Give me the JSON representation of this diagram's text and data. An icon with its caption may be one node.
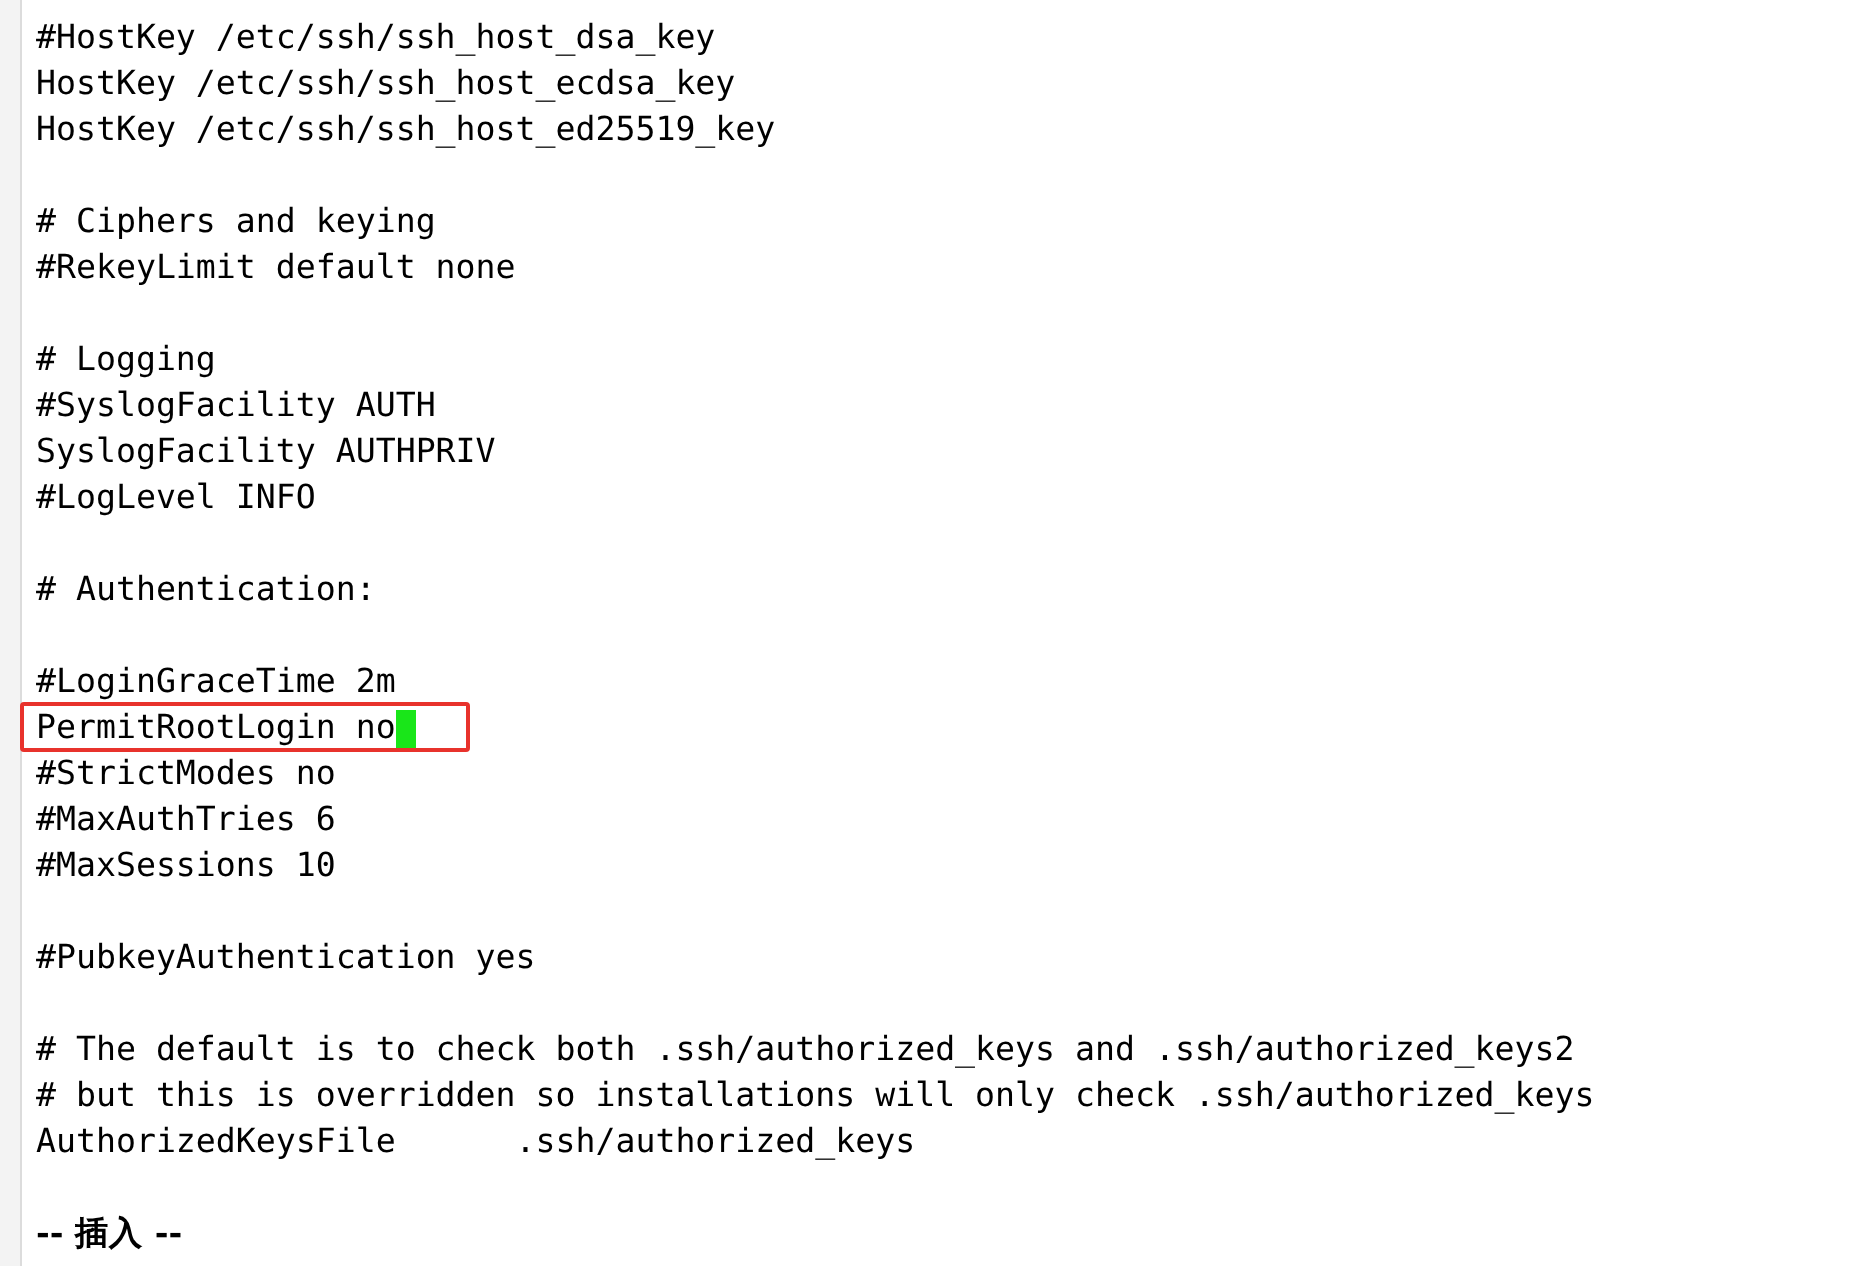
{
  "diagram": {
    "nodes": [
      {
        "text": [
          "PermitRootLogin no"
        ]
      }
    ],
    "labels": [
      "#HostKey /etc/ssh/ssh_host_dsa_key",
      "HostKey /etc/ssh/ssh_host_ecdsa_key",
      "HostKey /etc/ssh/ssh_host_ed25519_key",
      "# Ciphers and keying",
      "#RekeyLimit default none",
      "# Logging",
      "#SyslogFacility AUTH",
      "SyslogFacility AUTHPRIV",
      "#LogLevel INFO",
      "# Authentication:",
      "#LoginGraceTime 2m",
      "#StrictModes no",
      "#MaxAuthTries 6",
      "#MaxSessions 10",
      "#PubkeyAuthentication yes",
      "# The default is to check both .ssh/authorized_keys and .ssh/authorized_keys2",
      "# but this is overridden so installations will only check .ssh/authorized_keys",
      "AuthorizedKeysFile      .ssh/authorized_keys",
      "-- 插入 --"
    ]
  }
}
